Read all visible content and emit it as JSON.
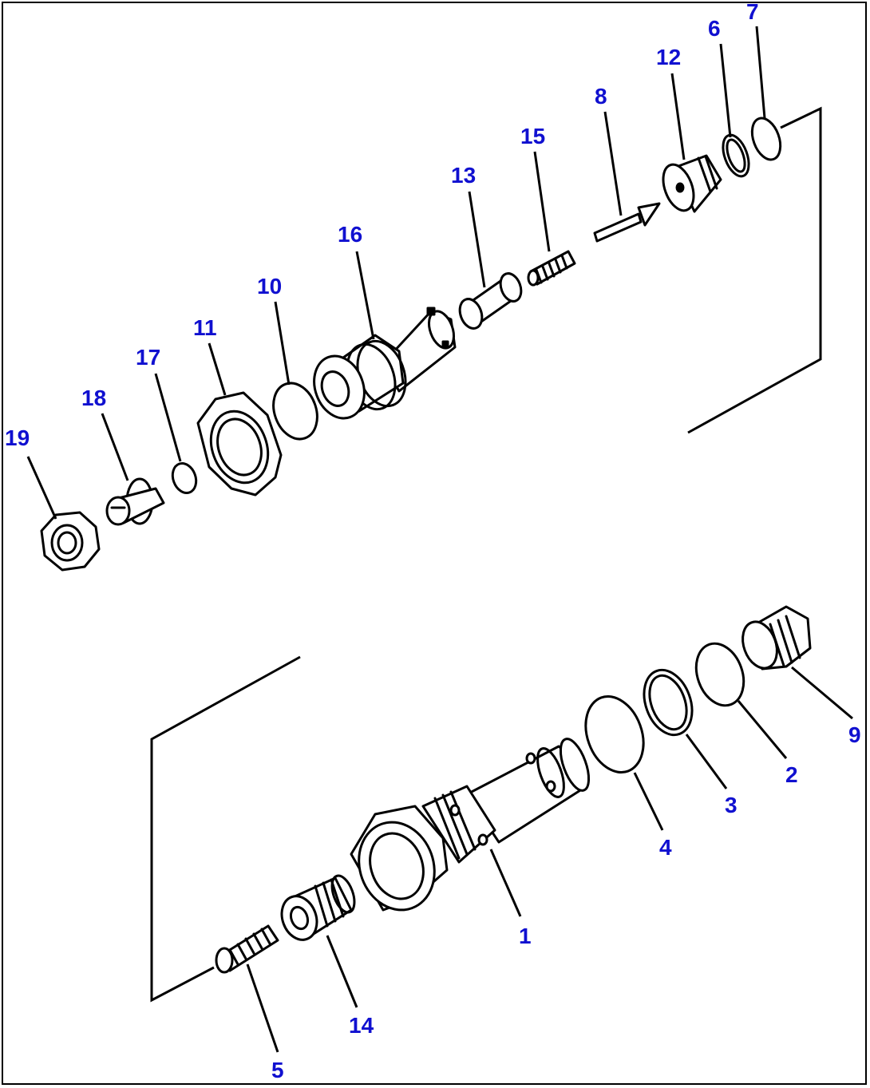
{
  "diagram": {
    "accent_color": "#1010d0",
    "callouts": {
      "c1": "1",
      "c2": "2",
      "c3": "3",
      "c4": "4",
      "c5": "5",
      "c6": "6",
      "c7": "7",
      "c8": "8",
      "c9": "9",
      "c10": "10",
      "c11": "11",
      "c12": "12",
      "c13": "13",
      "c14": "14",
      "c15": "15",
      "c16": "16",
      "c17": "17",
      "c18": "18",
      "c19": "19"
    }
  }
}
